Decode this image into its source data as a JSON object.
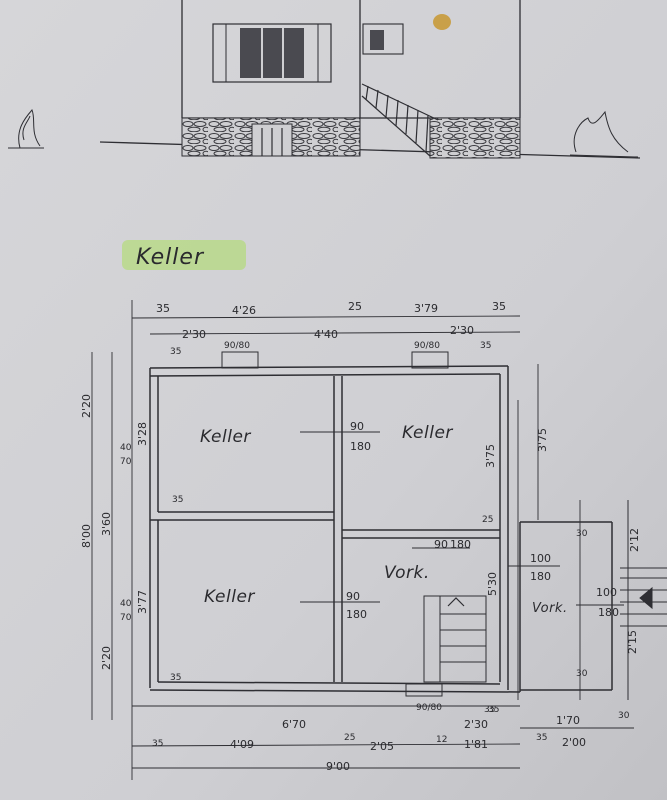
{
  "title": "Keller",
  "rooms": {
    "keller_top_left": "Keller",
    "keller_top_right": "Keller",
    "keller_bottom_left": "Keller",
    "vorraum": "Vork.",
    "vorraum_right": "Vork."
  },
  "dimensions": {
    "top_row1": [
      "35",
      "4'26",
      "25",
      "3'79",
      "35"
    ],
    "top_row2": [
      "2'30",
      "4'40",
      "2'30"
    ],
    "top_small": [
      "35",
      "35"
    ],
    "window_top_left": "90/80",
    "window_top_right": "90/80",
    "left_outer": [
      "2'20",
      "8'00",
      "2'20"
    ],
    "left_inner": [
      "3'28",
      "3'60",
      "3'77"
    ],
    "left_small": [
      "40",
      "70",
      "35",
      "40",
      "70",
      "35"
    ],
    "mid_door_1": [
      "90",
      "180"
    ],
    "mid_door_2": [
      "90",
      "180"
    ],
    "mid_door_3": [
      "90",
      "180"
    ],
    "right_inner": [
      "3'75",
      "5'30"
    ],
    "right_outer": "3'75",
    "right_small": [
      "25",
      "35",
      "30",
      "30"
    ],
    "right_door": [
      "100",
      "180"
    ],
    "far_right": [
      "2'12",
      "100",
      "180",
      "2'15"
    ],
    "bottom_row1": "6'70",
    "bottom_row2": [
      "2'30",
      "1'70"
    ],
    "bottom_row3": [
      "35",
      "4'09",
      "25",
      "2'05",
      "12",
      "1'81",
      "35",
      "2'00",
      "30"
    ],
    "bottom_total": "9'00",
    "bottom_window": "90/80",
    "stair_small": "35"
  },
  "colors": {
    "paper": "#d3d3d6",
    "ink": "#2e2e33",
    "highlight": "#b9d98a",
    "stain": "#c89a3a"
  }
}
